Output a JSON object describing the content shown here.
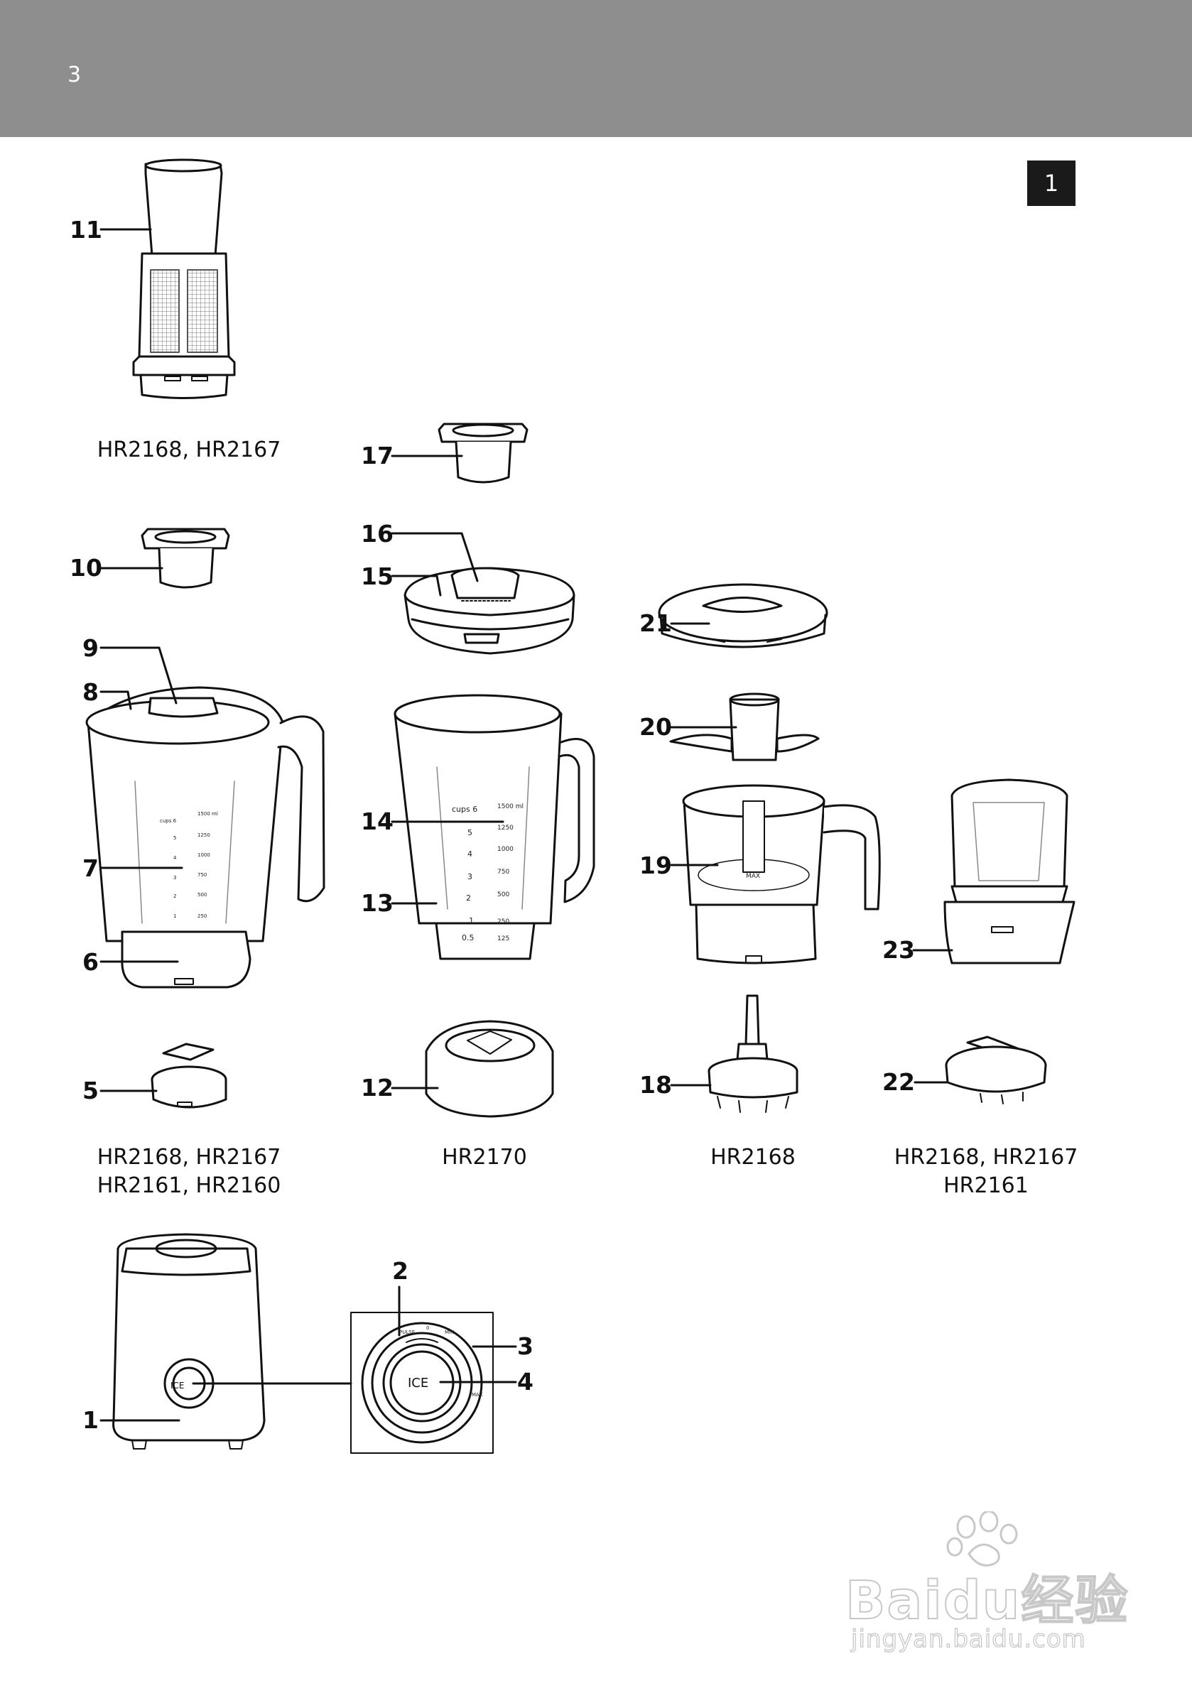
{
  "page": {
    "number": "3",
    "figure_label": "1"
  },
  "callouts": {
    "c1": "1",
    "c2": "2",
    "c3": "3",
    "c4": "4",
    "c5": "5",
    "c6": "6",
    "c7": "7",
    "c8": "8",
    "c9": "9",
    "c10": "10",
    "c11": "11",
    "c12": "12",
    "c13": "13",
    "c14": "14",
    "c15": "15",
    "c16": "16",
    "c17": "17",
    "c18": "18",
    "c19": "19",
    "c20": "20",
    "c21": "21",
    "c22": "22",
    "c23": "23"
  },
  "captions": {
    "filter": "HR2168, HR2167",
    "blade_line1": "HR2168, HR2167",
    "blade_line2": "HR2161, HR2160",
    "glass_blade": "HR2170",
    "chopper": "HR2168",
    "mill_line1": "HR2168, HR2167",
    "mill_line2": "HR2161"
  },
  "labels": {
    "plastic_jar": {
      "cups": "cups 6",
      "ml": [
        "1500 ml",
        "1250",
        "1000",
        "750",
        "500",
        "250"
      ],
      "cup_marks": [
        "5",
        "4",
        "3",
        "2",
        "1"
      ]
    },
    "glass_jar": {
      "cups": "cups 6",
      "ml_top": "1500 ml",
      "ml": [
        "1250",
        "1000",
        "750",
        "500",
        "250",
        "125"
      ],
      "cup_marks": [
        "5",
        "4",
        "3",
        "2",
        "1",
        "0.5"
      ]
    },
    "chopper_bowl": {
      "max": "MAX"
    },
    "knob": {
      "center": "ICE",
      "pulse": "PULSE",
      "off": "0",
      "min": "MIN",
      "max": "MAX"
    }
  },
  "watermark": {
    "brand": "Baidu经验",
    "url": "jingyan.baidu.com"
  }
}
